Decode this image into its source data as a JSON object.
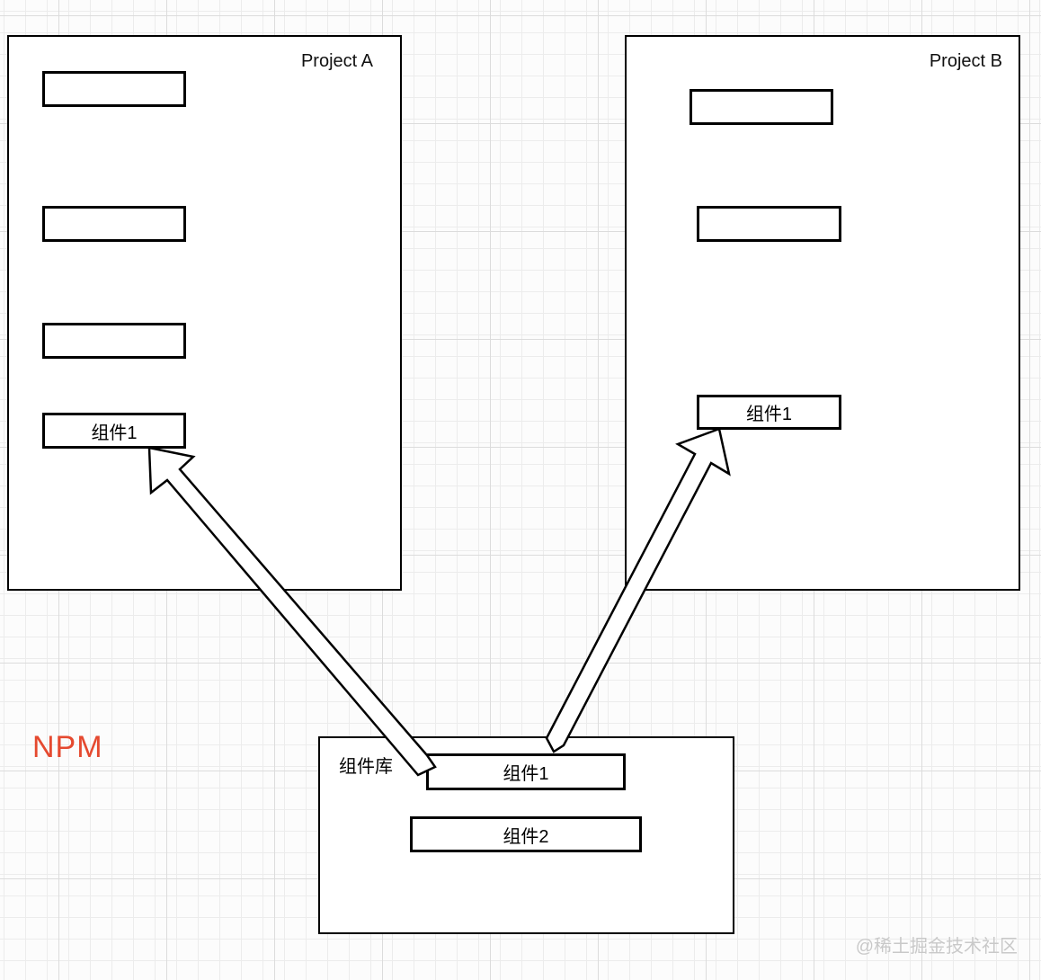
{
  "project_a": {
    "title": "Project A",
    "component_label": "组件1",
    "empty_slots": 3
  },
  "project_b": {
    "title": "Project B",
    "component_label": "组件1",
    "empty_slots": 2
  },
  "npm": {
    "label": "NPM",
    "library_label": "组件库",
    "components": [
      "组件1",
      "组件2"
    ]
  },
  "arrows": [
    {
      "from": "npm-library-component-1",
      "to": "project-a-component-1"
    },
    {
      "from": "npm-library-component-1",
      "to": "project-b-component-1"
    }
  ],
  "watermark": {
    "text": "@稀土掘金技术社区"
  },
  "colors": {
    "npm_label": "#e5492f",
    "watermark": "#c9c9c9",
    "stroke": "#000000"
  }
}
